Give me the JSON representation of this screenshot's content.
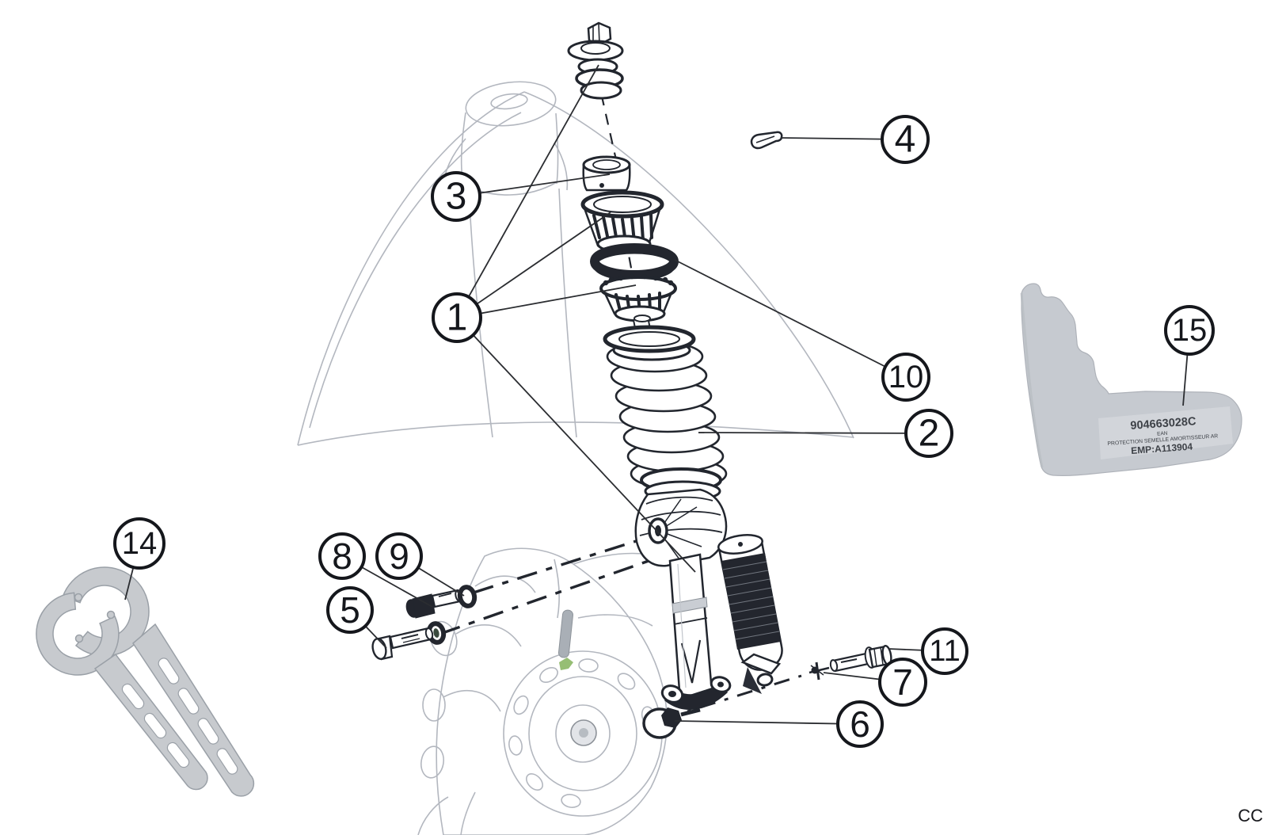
{
  "watermark": "CC",
  "callouts": [
    {
      "number": "1"
    },
    {
      "number": "2"
    },
    {
      "number": "3"
    },
    {
      "number": "4"
    },
    {
      "number": "5"
    },
    {
      "number": "6"
    },
    {
      "number": "7"
    },
    {
      "number": "8"
    },
    {
      "number": "9"
    },
    {
      "number": "10"
    },
    {
      "number": "11"
    },
    {
      "number": "14"
    },
    {
      "number": "15"
    }
  ],
  "part15_label": {
    "part_number": "904663028C",
    "ean_label": "EAN",
    "description": "PROTECTION SEMELLE AMORTISSEUR AR",
    "emp_code": "EMP:A113904"
  },
  "colors": {
    "ink": "#22262e",
    "dark_fill": "#23262e",
    "leader": "#2b2d31",
    "faint": "#b3b7bf",
    "metal": "#c7cace",
    "metal_edge": "#9aa0a7",
    "plastic": "#c6cad0",
    "plastic_edge": "#aeb2b9",
    "plastic_label": "#d2d5da",
    "label_text": "#3d4147",
    "rib_line": "#70757e",
    "green": "#84b35c"
  }
}
